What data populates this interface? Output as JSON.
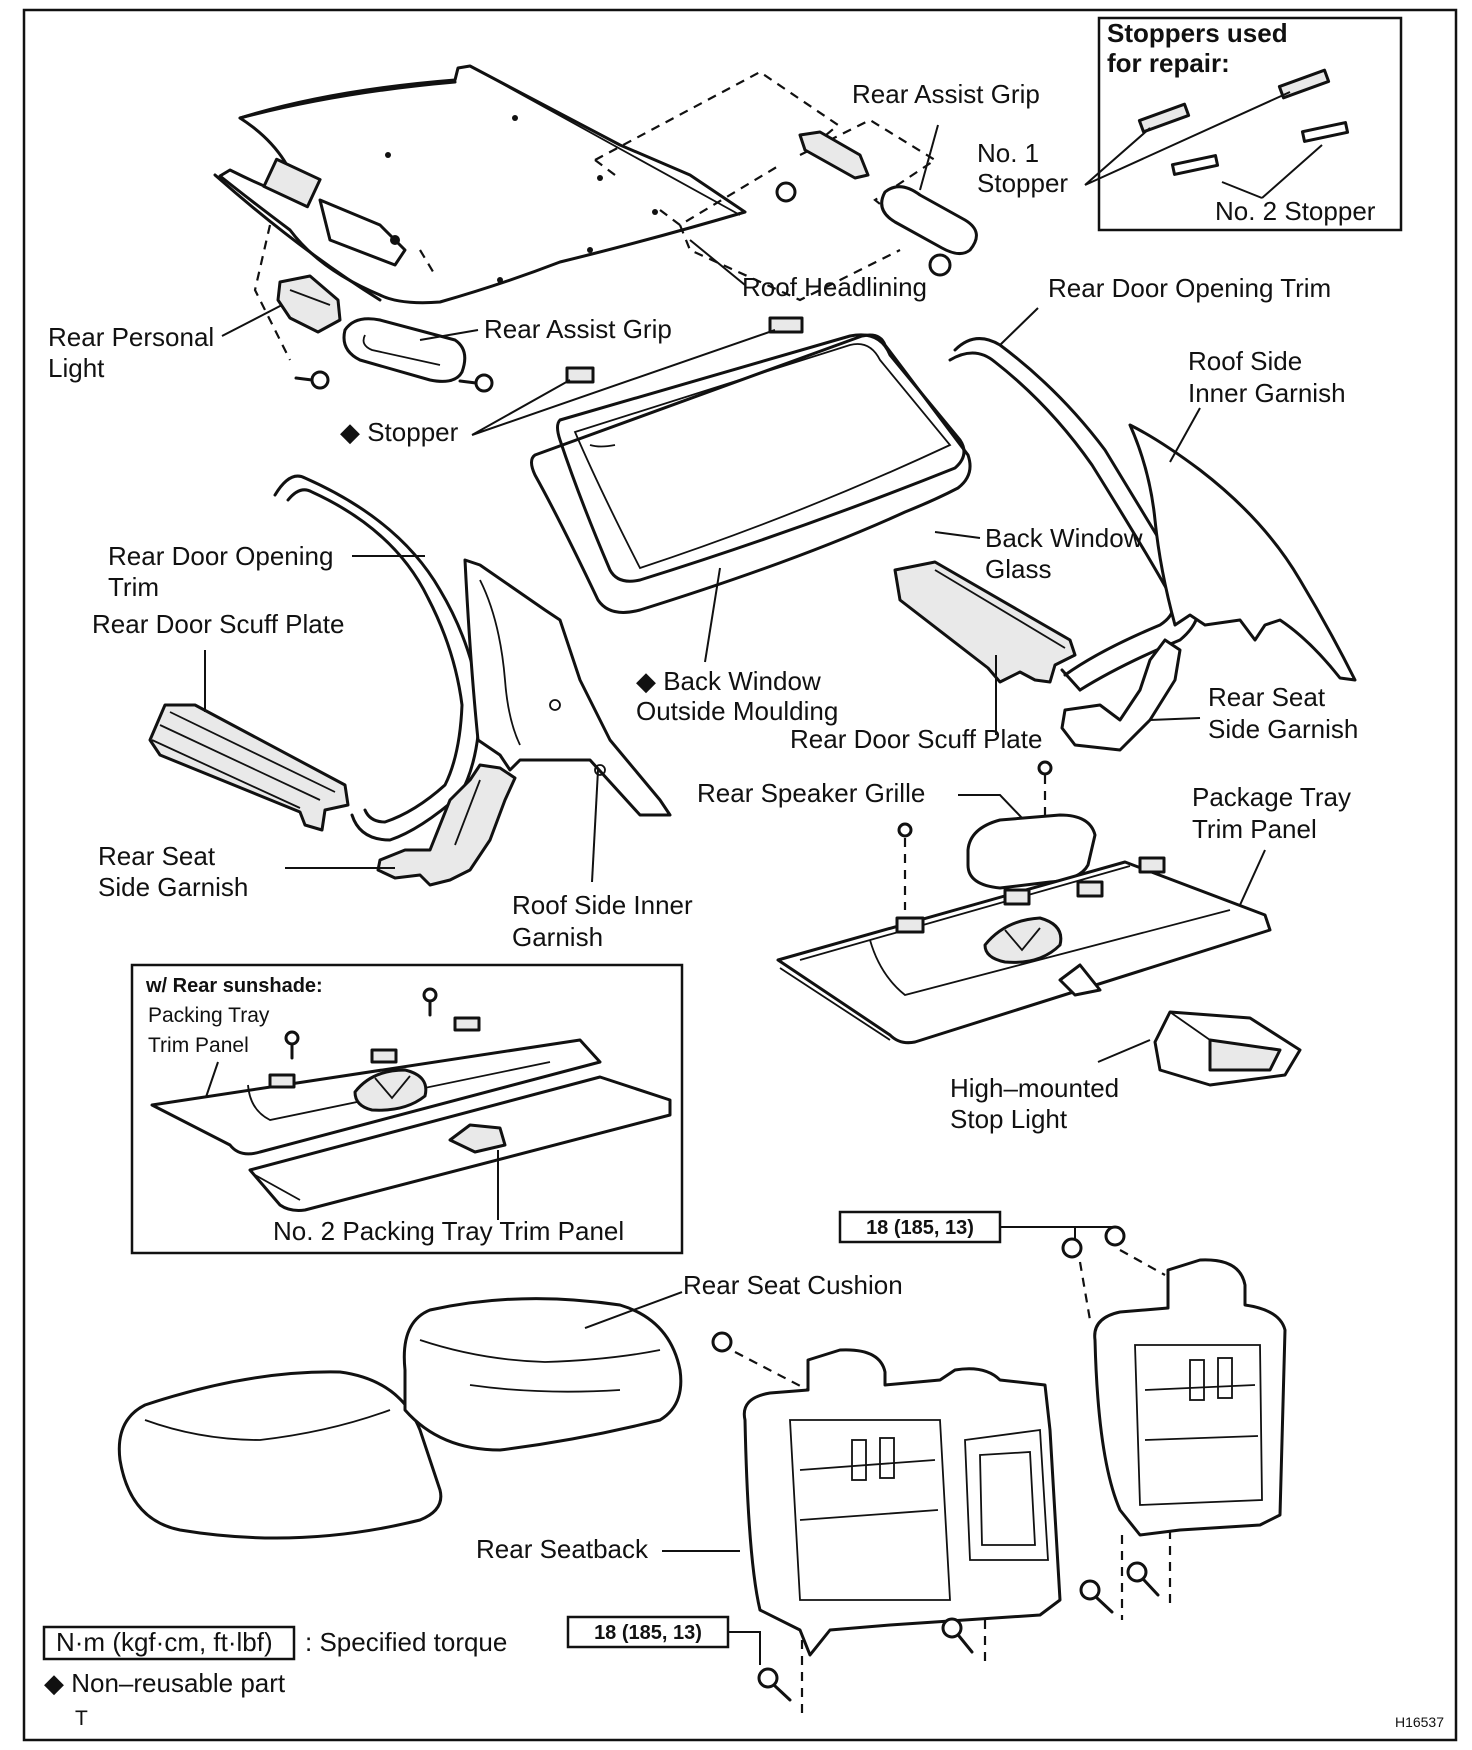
{
  "labels": {
    "stoppers_title_1": "Stoppers used",
    "stoppers_title_2": "for repair:",
    "no1_stopper_1": "No. 1",
    "no1_stopper_2": "Stopper",
    "no2_stopper": "No. 2 Stopper",
    "rear_assist_grip_top": "Rear Assist Grip",
    "roof_headlining": "Roof Headlining",
    "rear_door_opening_trim_right": "Rear Door Opening Trim",
    "rear_personal_light_1": "Rear Personal",
    "rear_personal_light_2": "Light",
    "rear_assist_grip_left": "Rear Assist Grip",
    "roof_side_inner_garnish_right_1": "Roof Side",
    "roof_side_inner_garnish_right_2": "Inner Garnish",
    "stopper": "◆ Stopper",
    "back_window_glass_1": "Back Window",
    "back_window_glass_2": "Glass",
    "rear_door_opening_trim_left_1": "Rear Door Opening",
    "rear_door_opening_trim_left_2": "Trim",
    "rear_door_scuff_plate_left": "Rear Door Scuff Plate",
    "back_window_outside_moulding_1": "◆ Back Window",
    "back_window_outside_moulding_2": "Outside Moulding",
    "rear_door_scuff_plate_right": "Rear Door Scuff Plate",
    "rear_seat_side_garnish_right_1": "Rear Seat",
    "rear_seat_side_garnish_right_2": "Side Garnish",
    "rear_speaker_grille": "Rear Speaker Grille",
    "package_tray_trim_panel_1": "Package Tray",
    "package_tray_trim_panel_2": "Trim Panel",
    "rear_seat_side_garnish_left_1": "Rear Seat",
    "rear_seat_side_garnish_left_2": "Side Garnish",
    "roof_side_inner_garnish_left_1": "Roof Side Inner",
    "roof_side_inner_garnish_left_2": "Garnish",
    "sunshade_title": "w/ Rear sunshade:",
    "packing_tray_trim_panel_1": "Packing Tray",
    "packing_tray_trim_panel_2": "Trim Panel",
    "no2_packing_tray_trim_panel": "No. 2 Packing Tray Trim Panel",
    "high_mounted_stop_light_1": "High–mounted",
    "high_mounted_stop_light_2": "Stop Light",
    "torque_top": "18 (185, 13)",
    "rear_seat_cushion": "Rear Seat Cushion",
    "rear_seatback": "Rear Seatback",
    "torque_bottom": "18 (185, 13)",
    "legend_unit": "N·m (kgf·cm, ft·lbf)",
    "legend_specified_torque": ": Specified torque",
    "legend_non_reusable": "◆ Non–reusable part",
    "corner_mark": "T",
    "figure_id": "H16537"
  }
}
